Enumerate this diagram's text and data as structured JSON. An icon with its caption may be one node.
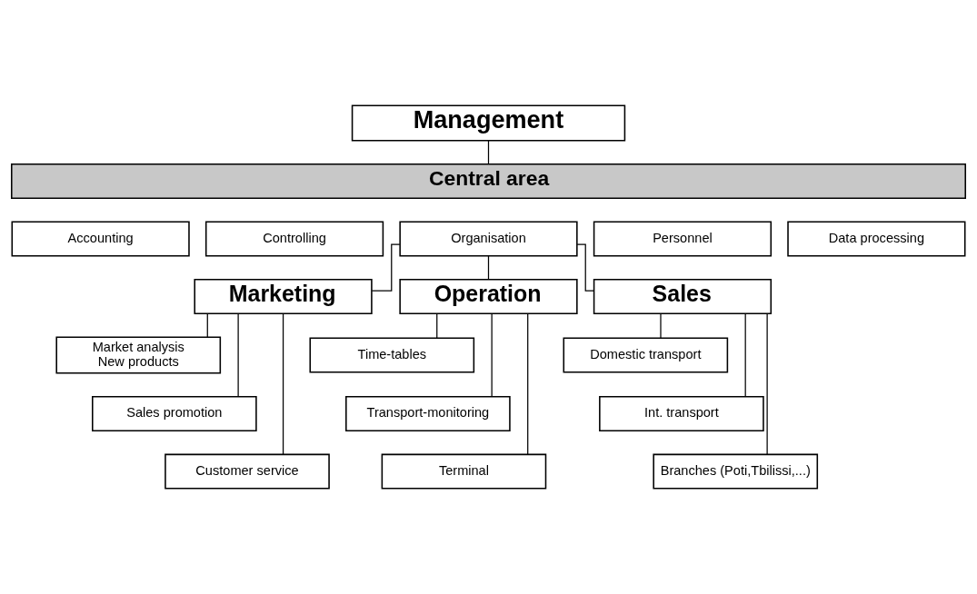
{
  "diagram": {
    "nodes": [
      {
        "text": [
          "Management"
        ]
      },
      {
        "text": [
          "Central area"
        ]
      },
      {
        "text": [
          "Accounting"
        ]
      },
      {
        "text": [
          "Controlling"
        ]
      },
      {
        "text": [
          "Organisation"
        ]
      },
      {
        "text": [
          "Personnel"
        ]
      },
      {
        "text": [
          "Data processing"
        ]
      },
      {
        "text": [
          "Marketing"
        ]
      },
      {
        "text": [
          "Operation"
        ]
      },
      {
        "text": [
          "Sales"
        ]
      },
      {
        "text": [
          "Market analysis",
          "New products"
        ]
      },
      {
        "text": [
          "Sales promotion"
        ]
      },
      {
        "text": [
          "Customer service"
        ]
      },
      {
        "text": [
          "Time-tables"
        ]
      },
      {
        "text": [
          "Transport-monitoring"
        ]
      },
      {
        "text": [
          "Terminal"
        ]
      },
      {
        "text": [
          "Domestic transport"
        ]
      },
      {
        "text": [
          "Int. transport"
        ]
      },
      {
        "text": [
          "Branches (Poti,Tbilissi,...)"
        ]
      }
    ],
    "edges": [
      {
        "from": 0,
        "to": 1,
        "arrow": "none"
      },
      {
        "from": 4,
        "to": 7,
        "arrow": "none"
      },
      {
        "from": 4,
        "to": 8,
        "arrow": "none"
      },
      {
        "from": 4,
        "to": 9,
        "arrow": "none"
      },
      {
        "from": 7,
        "to": 10,
        "arrow": "none"
      },
      {
        "from": 7,
        "to": 11,
        "arrow": "none"
      },
      {
        "from": 7,
        "to": 12,
        "arrow": "none"
      },
      {
        "from": 8,
        "to": 13,
        "arrow": "none"
      },
      {
        "from": 8,
        "to": 14,
        "arrow": "none"
      },
      {
        "from": 8,
        "to": 15,
        "arrow": "none"
      },
      {
        "from": 9,
        "to": 16,
        "arrow": "none"
      },
      {
        "from": 9,
        "to": 17,
        "arrow": "none"
      },
      {
        "from": 9,
        "to": 18,
        "arrow": "none"
      }
    ]
  }
}
